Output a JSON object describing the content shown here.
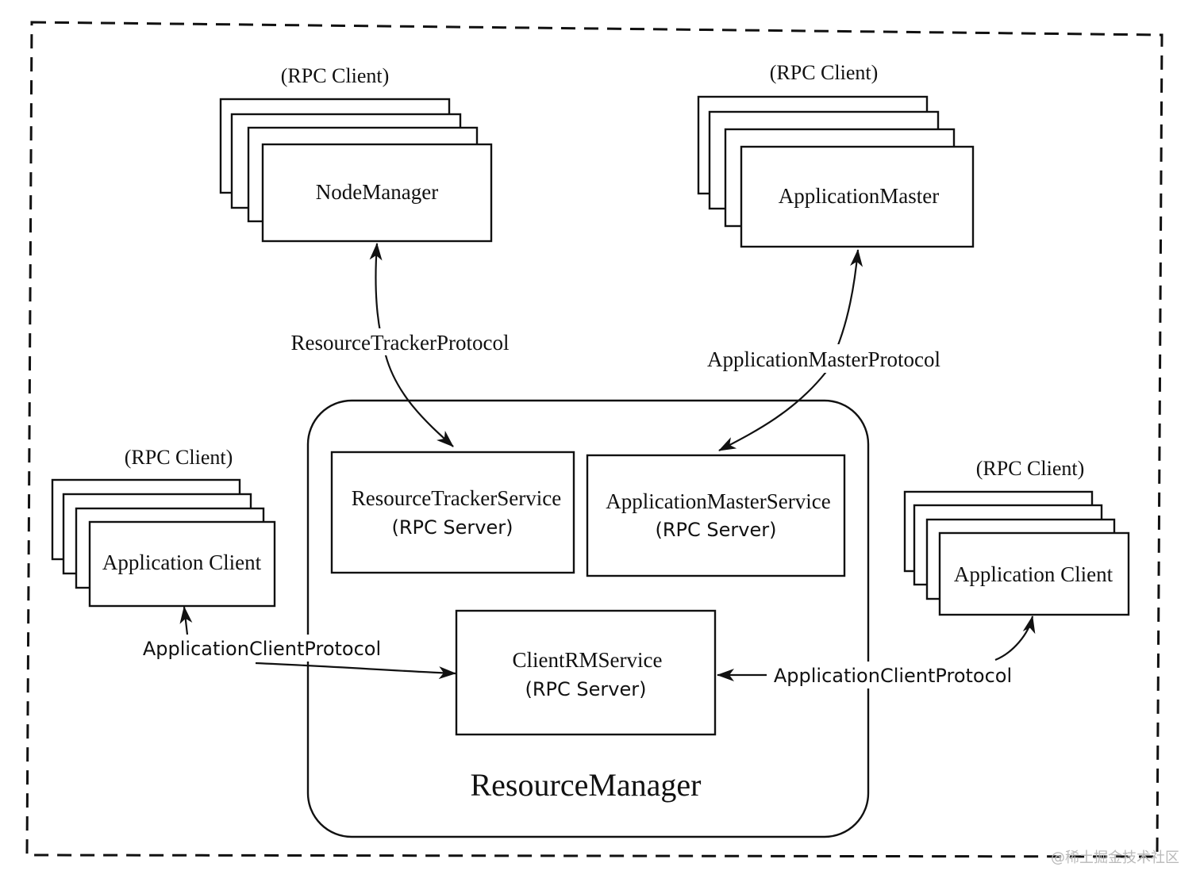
{
  "colors": {
    "ink": "#111111",
    "background": "#ffffff",
    "watermark": "#b9b9b9"
  },
  "resource_manager": {
    "label": "ResourceManager"
  },
  "node_manager": {
    "tag": "(RPC Client)",
    "label": "NodeManager"
  },
  "application_master": {
    "tag": "(RPC Client)",
    "label": "ApplicationMaster"
  },
  "client_left": {
    "tag": "(RPC Client)",
    "label": "Application Client"
  },
  "client_right": {
    "tag": "(RPC Client)",
    "label": "Application Client"
  },
  "services": {
    "resource_tracker": {
      "line1": "ResourceTrackerService",
      "line2": "(RPC Server)"
    },
    "application_master": {
      "line1": "ApplicationMasterService",
      "line2": "(RPC Server)"
    },
    "client_rm": {
      "line1": "ClientRMService",
      "line2": "(RPC Server)"
    }
  },
  "protocols": {
    "resource_tracker": "ResourceTrackerProtocol",
    "application_master": "ApplicationMasterProtocol",
    "client_left": "ApplicationClientProtocol",
    "client_right": "ApplicationClientProtocol"
  },
  "watermark": "@稀土掘金技术社区"
}
